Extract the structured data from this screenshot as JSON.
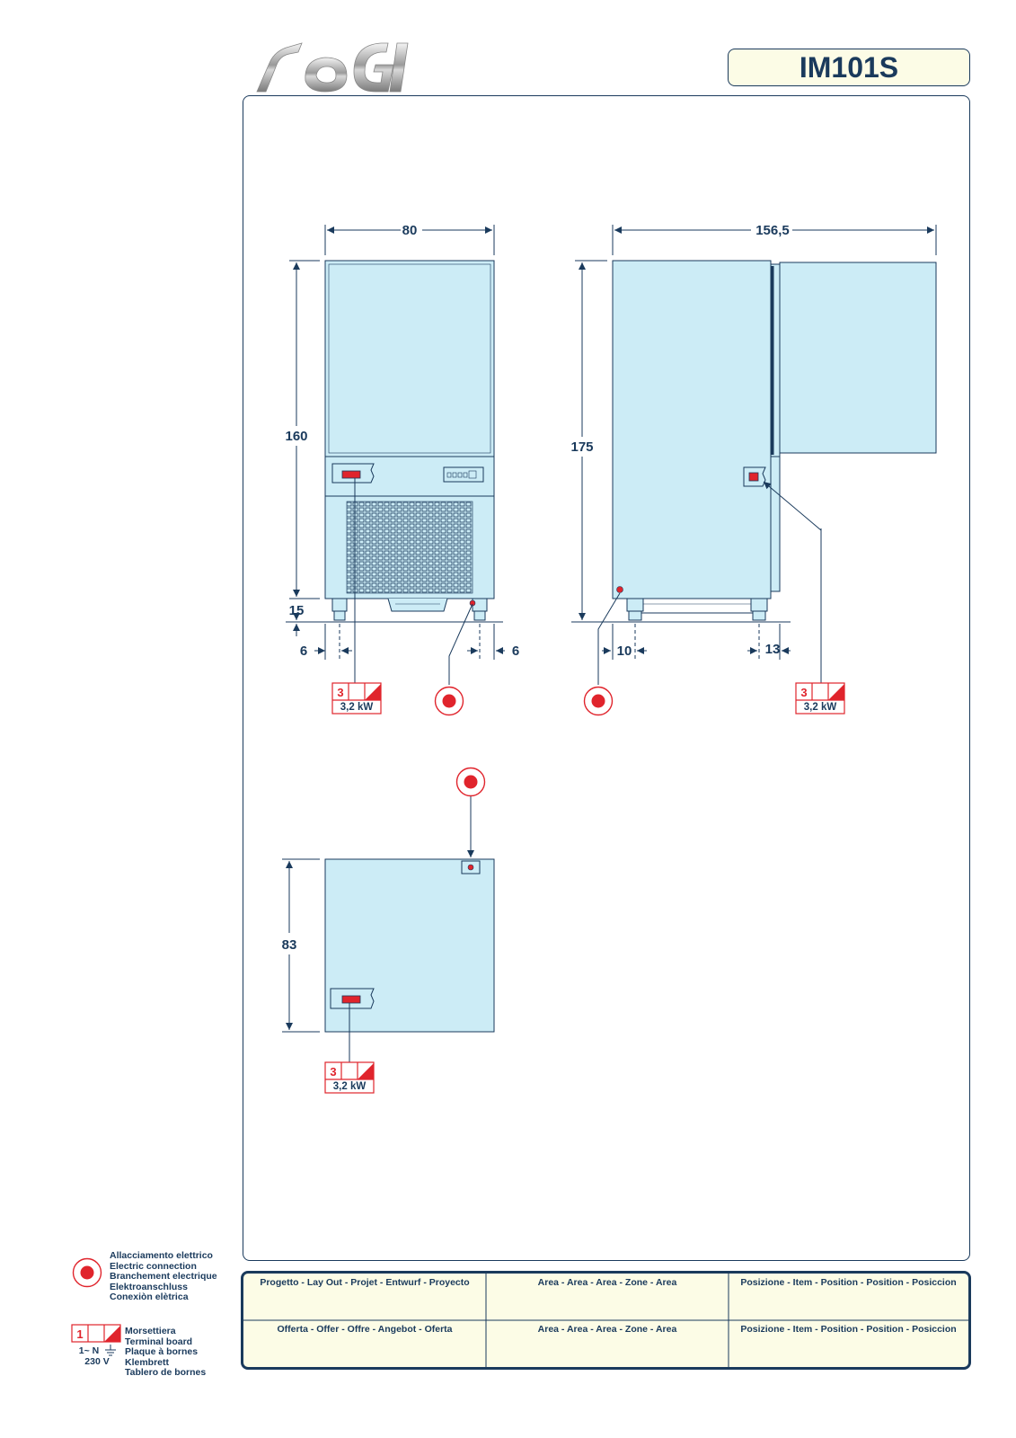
{
  "brand": "sagi",
  "model": "IM101S",
  "colors": {
    "line": "#1a3a5c",
    "panel_fill": "#ccecf6",
    "accent_red": "#e0242c",
    "header_bg": "#fcfce6"
  },
  "dimensions": {
    "front_width": "80",
    "front_height": "160",
    "front_foot_height": "15",
    "front_left_offset": "6",
    "front_right_offset": "6",
    "side_width_open": "156,5",
    "side_height": "175",
    "side_left_offset": "10",
    "side_right_offset": "13",
    "top_depth": "83"
  },
  "terminal_tag": {
    "phase": "3",
    "power": "3,2 kW"
  },
  "legend": {
    "electric": [
      "Allacciamento elettrico",
      "Electric connection",
      "Branchement electrique",
      "Elektroanschluss",
      "Conexiòn elètrica"
    ],
    "terminal_number": "1",
    "terminal_spec_top": "1~ N",
    "terminal_spec_bottom": "230 V",
    "terminal": [
      "Morsettiera",
      "Terminal board",
      "Plaque à bornes",
      "Klembrett",
      "Tablero de bornes"
    ]
  },
  "footer": {
    "row1": [
      "Progetto - Lay Out - Projet - Entwurf - Proyecto",
      "Area - Area - Area - Zone - Area",
      "Posizione - Item - Position - Position - Posiccion"
    ],
    "row2": [
      "Offerta - Offer - Offre - Angebot - Oferta",
      "Area - Area - Area - Zone - Area",
      "Posizione - Item - Position - Position - Posiccion"
    ]
  }
}
